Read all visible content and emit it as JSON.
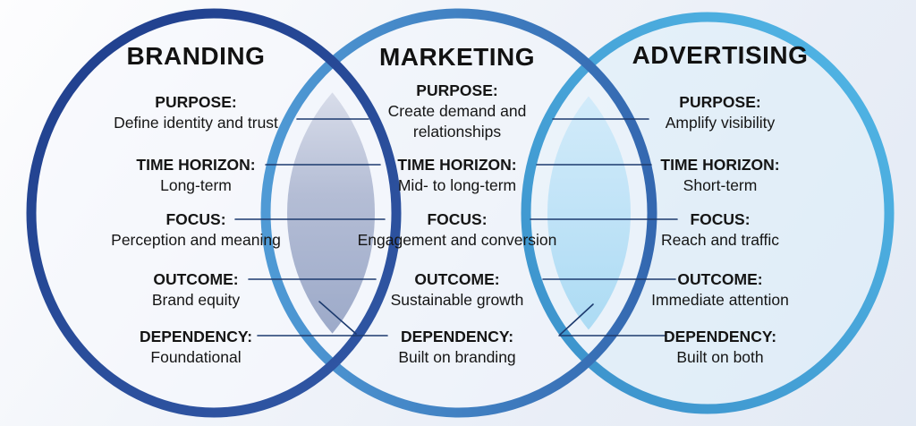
{
  "columns": [
    {
      "title": "BRANDING",
      "rows": [
        {
          "label": "PURPOSE:",
          "value": "Define identity and trust"
        },
        {
          "label": "TIME HORIZON:",
          "value": "Long-term"
        },
        {
          "label": "FOCUS:",
          "value": "Perception and meaning"
        },
        {
          "label": "OUTCOME:",
          "value": "Brand equity"
        },
        {
          "label": "DEPENDENCY:",
          "value": "Foundational"
        }
      ]
    },
    {
      "title": "MARKETING",
      "rows": [
        {
          "label": "PURPOSE:",
          "value": "Create demand and",
          "value2": "relationships"
        },
        {
          "label": "TIME HORIZON:",
          "value": "Mid- to long-term"
        },
        {
          "label": "FOCUS:",
          "value": "Engagement and conversion"
        },
        {
          "label": "OUTCOME:",
          "value": "Sustainable growth"
        },
        {
          "label": "DEPENDENCY:",
          "value": "Built on branding"
        }
      ]
    },
    {
      "title": "ADVERTISING",
      "rows": [
        {
          "label": "PURPOSE:",
          "value": "Amplify visibility"
        },
        {
          "label": "TIME HORIZON:",
          "value": "Short-term"
        },
        {
          "label": "FOCUS:",
          "value": "Reach and traffic"
        },
        {
          "label": "OUTCOME:",
          "value": "Immediate attention"
        },
        {
          "label": "DEPENDENCY:",
          "value": "Built on both"
        }
      ]
    }
  ],
  "colors": {
    "branding_ring": "#27459a",
    "marketing_ring": "#3d7cc0",
    "advertising_ring": "#45abe2",
    "branding_marketing_overlap": "#9fabc9",
    "marketing_advertising_overlap": "#abdaf3",
    "connector_line": "#1c3a6e",
    "text": "#151515",
    "background": "#edf1f8"
  }
}
